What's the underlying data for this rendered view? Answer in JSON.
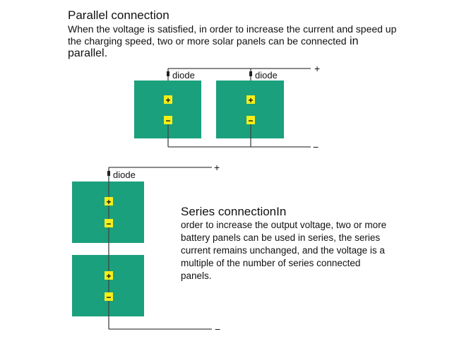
{
  "parallel": {
    "title": "Parallel connection",
    "text_main": "When the voltage is satisfied, in order to increase the current and speed up the charging speed, two or more solar panels can be connected",
    "text_tail": " in parallel."
  },
  "series": {
    "title": "Series connectionIn",
    "text": "order to increase the output voltage, two or more battery panels can be used in series, the series current remains unchanged, and the voltage is a multiple of the number of series connected panels."
  },
  "diagram": {
    "diode_label": "diode",
    "positive_sign": "+",
    "negative_sign": "−",
    "terminal_positive": "+",
    "terminal_negative": "−",
    "colors": {
      "panel": "#1aa07c",
      "terminal": "#f4ee1a",
      "wire": "#444444"
    }
  }
}
